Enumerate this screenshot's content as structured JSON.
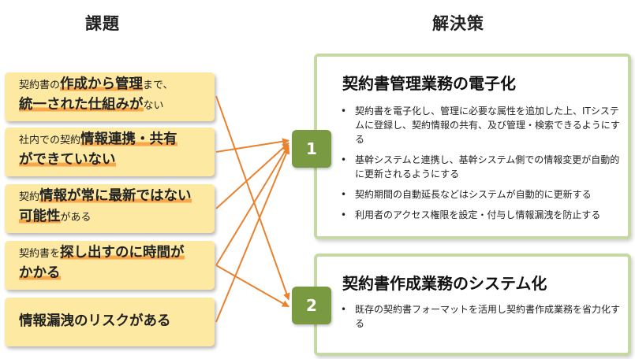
{
  "headings": {
    "issues": "課題",
    "solutions": "解決策"
  },
  "issues": [
    {
      "segments": [
        [
          {
            "t": "契約書の",
            "s": "n"
          },
          {
            "t": "作成から管理",
            "s": "bh"
          },
          {
            "t": "まで、",
            "s": "n"
          }
        ],
        [
          {
            "t": "統一された仕組みが",
            "s": "bh"
          },
          {
            "t": "ない",
            "s": "n"
          }
        ]
      ]
    },
    {
      "segments": [
        [
          {
            "t": "社内での契約",
            "s": "n"
          },
          {
            "t": "情報連携・共有",
            "s": "bh"
          }
        ],
        [
          {
            "t": "ができていない",
            "s": "bh"
          }
        ]
      ]
    },
    {
      "segments": [
        [
          {
            "t": "契約",
            "s": "n"
          },
          {
            "t": "情報が常に最新ではない",
            "s": "bh"
          }
        ],
        [
          {
            "t": "可能性",
            "s": "bh"
          },
          {
            "t": "がある",
            "s": "n"
          }
        ]
      ]
    },
    {
      "segments": [
        [
          {
            "t": "契約書を",
            "s": "n"
          },
          {
            "t": "探し出すのに時間が",
            "s": "bh"
          }
        ],
        [
          {
            "t": "かかる",
            "s": "bh"
          }
        ]
      ]
    },
    {
      "segments": [
        [
          {
            "t": "情報漏洩のリスクがある",
            "s": "b"
          }
        ]
      ]
    }
  ],
  "solutions": [
    {
      "number": "1",
      "title": "契約書管理業務の電子化",
      "bullets": [
        "契約書を電子化し、管理に必要な属性を追加した上、ITシステムに登録し、契約情報の共有、及び管理・検索できるようにする",
        "基幹システムと連携し、基幹システム側での情報変更が自動的に更新されるようにする",
        "契約期間の自動延長などはシステムが自動的に更新する",
        "利用者のアクセス権限を設定・付与し情報漏洩を防止する"
      ]
    },
    {
      "number": "2",
      "title": "契約書作成業務のシステム化",
      "bullets": [
        "既存の契約書フォーマットを活用し契約書作成業務を省力化する"
      ]
    }
  ],
  "links": [
    {
      "from": 0,
      "to": 1
    },
    {
      "from": 1,
      "to": 0
    },
    {
      "from": 2,
      "to": 0
    },
    {
      "from": 3,
      "to": 0
    },
    {
      "from": 3,
      "to": 1
    },
    {
      "from": 4,
      "to": 0
    }
  ],
  "colors": {
    "issue_fill": "#fde9a1",
    "highlight": "#f8a64a",
    "arrow": "#e8822e",
    "number_fill": "#7a9a41",
    "solution_border": "#c6d9a4"
  }
}
